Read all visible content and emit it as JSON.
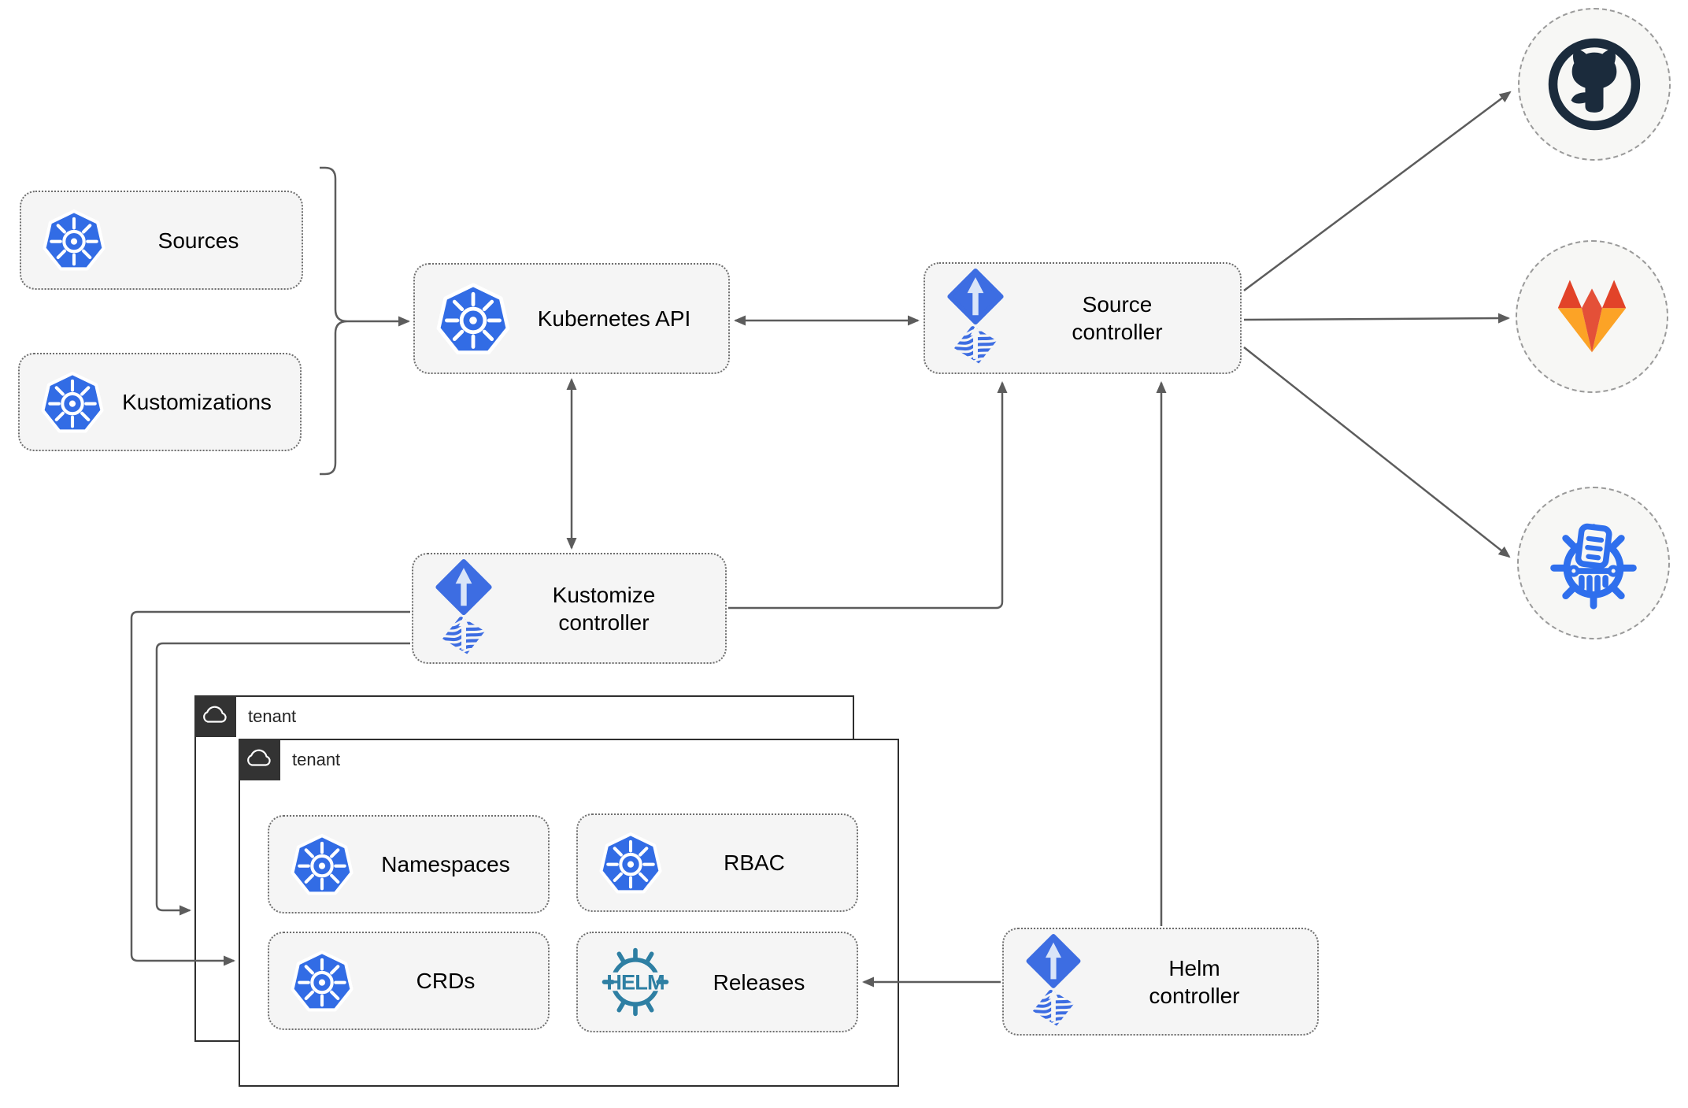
{
  "diagram": {
    "nodes": {
      "sources": {
        "label": "Sources",
        "icon": "kubernetes-icon"
      },
      "kustomizations": {
        "label": "Kustomizations",
        "icon": "kubernetes-icon"
      },
      "kubernetes_api": {
        "label": "Kubernetes API",
        "icon": "kubernetes-icon"
      },
      "source_controller": {
        "label": "Source controller",
        "icon": "flux-icon"
      },
      "kustomize_controller": {
        "label": "Kustomize controller",
        "icon": "flux-icon"
      },
      "helm_controller": {
        "label": "Helm controller",
        "icon": "flux-icon"
      },
      "namespaces": {
        "label": "Namespaces",
        "icon": "kubernetes-icon"
      },
      "rbac": {
        "label": "RBAC",
        "icon": "kubernetes-icon"
      },
      "crds": {
        "label": "CRDs",
        "icon": "kubernetes-icon"
      },
      "releases": {
        "label": "Releases",
        "icon": "helm-icon"
      }
    },
    "groups": {
      "tenant_back": {
        "label": "tenant",
        "icon": "cloud-icon"
      },
      "tenant_front": {
        "label": "tenant",
        "icon": "cloud-icon"
      }
    },
    "external": {
      "github": {
        "icon": "github-icon"
      },
      "gitlab": {
        "icon": "gitlab-icon"
      },
      "bucket": {
        "icon": "bucket-repository-icon"
      }
    },
    "edges": [
      {
        "from": "sources+kustomizations bracket",
        "to": "kubernetes_api",
        "arrow": "end"
      },
      {
        "from": "kubernetes_api",
        "to": "source_controller",
        "arrow": "both"
      },
      {
        "from": "kubernetes_api",
        "to": "kustomize_controller",
        "arrow": "both"
      },
      {
        "from": "kustomize_controller",
        "to": "source_controller",
        "arrow": "end"
      },
      {
        "from": "helm_controller",
        "to": "source_controller",
        "arrow": "end"
      },
      {
        "from": "source_controller",
        "to": "github",
        "arrow": "end"
      },
      {
        "from": "source_controller",
        "to": "gitlab",
        "arrow": "end"
      },
      {
        "from": "source_controller",
        "to": "bucket",
        "arrow": "end"
      },
      {
        "from": "kustomize_controller",
        "to": "tenant_front",
        "arrow": "end"
      },
      {
        "from": "kustomize_controller",
        "to": "tenant_back",
        "arrow": "end"
      },
      {
        "from": "helm_controller",
        "to": "releases",
        "arrow": "end"
      }
    ],
    "colors": {
      "kubernetes_blue": "#326CE5",
      "flux_blue": "#3D6DE2",
      "flux_arrow_light": "#D9E4F8",
      "helm_teal": "#2E7FA3",
      "github_dark": "#1B2B3C",
      "gitlab_red": "#E24329",
      "gitlab_orange": "#FCA326",
      "bucket_blue": "#2F6FED",
      "connector_gray": "#5C5C5C",
      "node_fill": "#F5F5F5",
      "tenant_dark": "#333333"
    }
  }
}
